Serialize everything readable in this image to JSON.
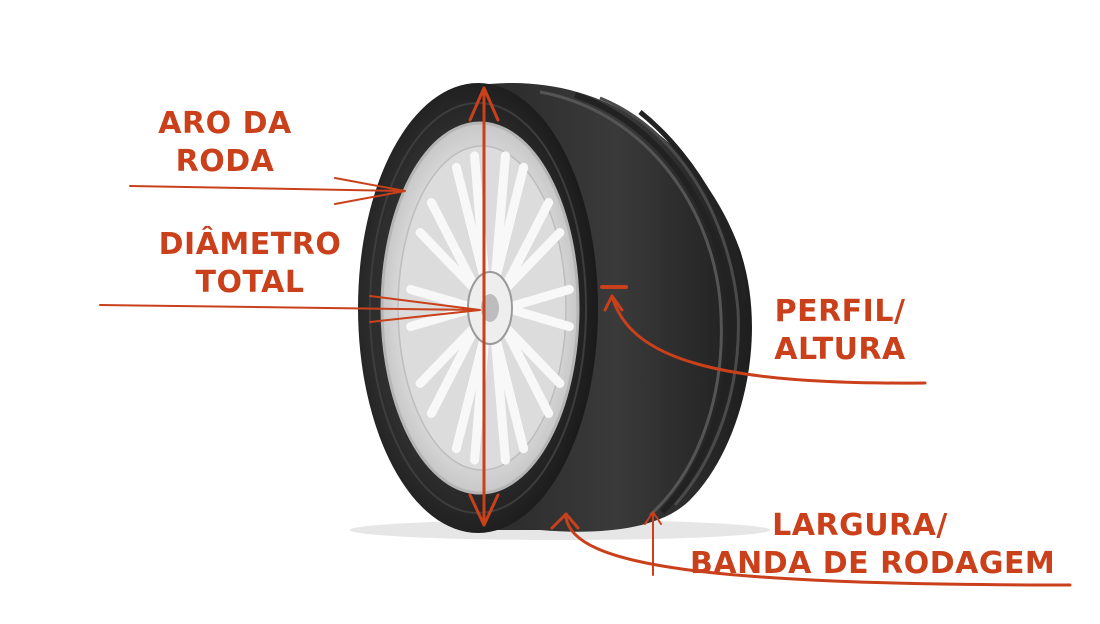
{
  "accent_color": "#c9401b",
  "labels": {
    "aro": {
      "line1": "ARO DA",
      "line2": "RODA"
    },
    "diametro": {
      "line1": "DIÂMETRO",
      "line2": "TOTAL"
    },
    "perfil": {
      "line1": "PERFIL/",
      "line2": "ALTURA"
    },
    "largura": {
      "line1": "LARGURA/",
      "line2": "BANDA DE RODAGEM"
    }
  },
  "illustration": "car-tire-with-alloy-wheel"
}
